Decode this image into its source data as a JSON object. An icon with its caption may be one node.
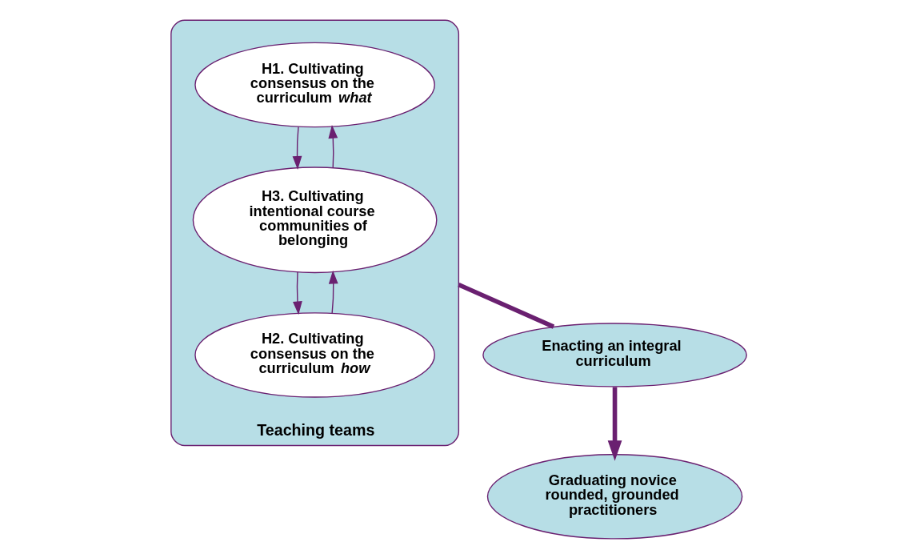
{
  "diagram": {
    "nodes": [
      {
        "text": [
          "Graduating novice rounded, grounded practitioners"
        ]
      },
      {
        "text": [
          "Teaching teams"
        ]
      },
      {
        "text": [
          "H1. Cultivating consensus on the curriculum *what*"
        ],
        "in": 1
      },
      {
        "text": [
          "H2. Cultivating consensus on the curriculum *how*"
        ],
        "in": 1
      },
      {
        "text": [
          "H3. Cultivating intentional course communities of belonging"
        ],
        "in": 1
      },
      {
        "text": [
          "Enacting an integral curriculum"
        ]
      }
    ],
    "edges": [
      {
        "from": 4,
        "to": 2,
        "arrow": "to"
      },
      {
        "from": 4,
        "to": 3,
        "arrow": "to"
      },
      {
        "from": 2,
        "to": 4,
        "arrow": "to"
      },
      {
        "from": 3,
        "to": 4,
        "arrow": "to"
      },
      {
        "from": 1,
        "to": 5,
        "arrow": "none",
        "style": "thick"
      },
      {
        "from": 5,
        "to": 0,
        "arrow": "to",
        "style": "thick"
      }
    ]
  }
}
